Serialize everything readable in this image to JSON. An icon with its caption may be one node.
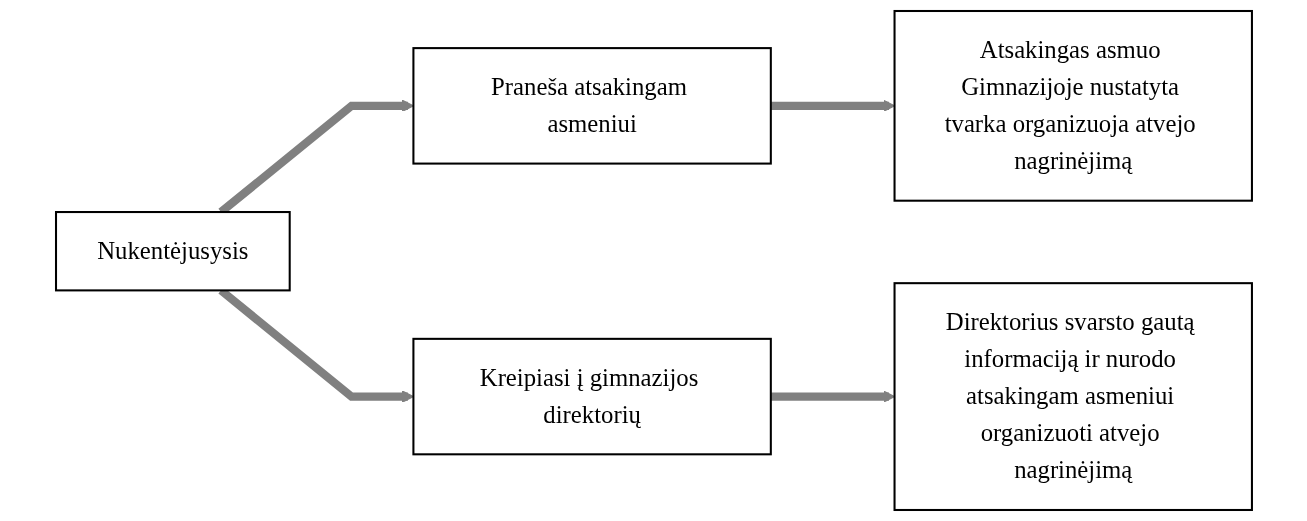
{
  "diagram": {
    "nodes": [
      {
        "text": [
          "Nukentėjusysis"
        ]
      },
      {
        "text": [
          "Praneša atsakingam asmeniui"
        ]
      },
      {
        "text": [
          "Atsakingas asmuo Gimnazijoje nustatyta tvarka organizuoja atvejo nagrinėjimą"
        ]
      },
      {
        "text": [
          "Kreipiasi į gimnazijos direktorių"
        ]
      },
      {
        "text": [
          "Direktorius svarsto gautą informaciją ir nurodo atsakingam asmeniui organizuoti atvejo nagrinėjimą"
        ]
      }
    ],
    "edges": [
      {
        "from": 0,
        "to": 1,
        "arrow": "to"
      },
      {
        "from": 1,
        "to": 2,
        "arrow": "to"
      },
      {
        "from": 0,
        "to": 3,
        "arrow": "to"
      },
      {
        "from": 3,
        "to": 4,
        "arrow": "to"
      }
    ]
  }
}
